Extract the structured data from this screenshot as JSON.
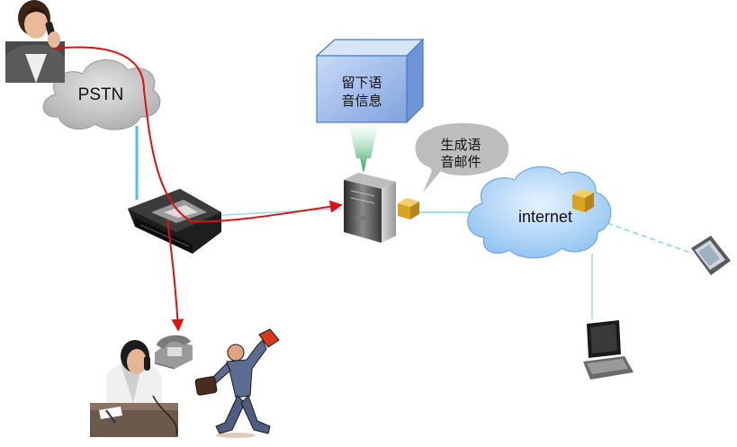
{
  "labels": {
    "pstn": "PSTN",
    "voicemail_box": [
      "留下语",
      "音信息"
    ],
    "generate_bubble": [
      "生成语",
      "音邮件"
    ],
    "internet": "internet"
  },
  "colors": {
    "flow_arrow": "#e01010",
    "link_line": "#4cc3e8",
    "cloud_gray": "#c8c8c8",
    "cloud_blue": "#a9d3f7",
    "box_blue": "#8fb3ea",
    "bubble_gray": "#bdbdbd",
    "package_gold": "#d9a520"
  },
  "icons": [
    "caller-woman-phone",
    "pstn-cloud",
    "fax-gateway-device",
    "voicemail-server",
    "internet-cloud",
    "pda-device",
    "laptop",
    "office-woman-phone",
    "desk-phone",
    "businessman-running"
  ]
}
